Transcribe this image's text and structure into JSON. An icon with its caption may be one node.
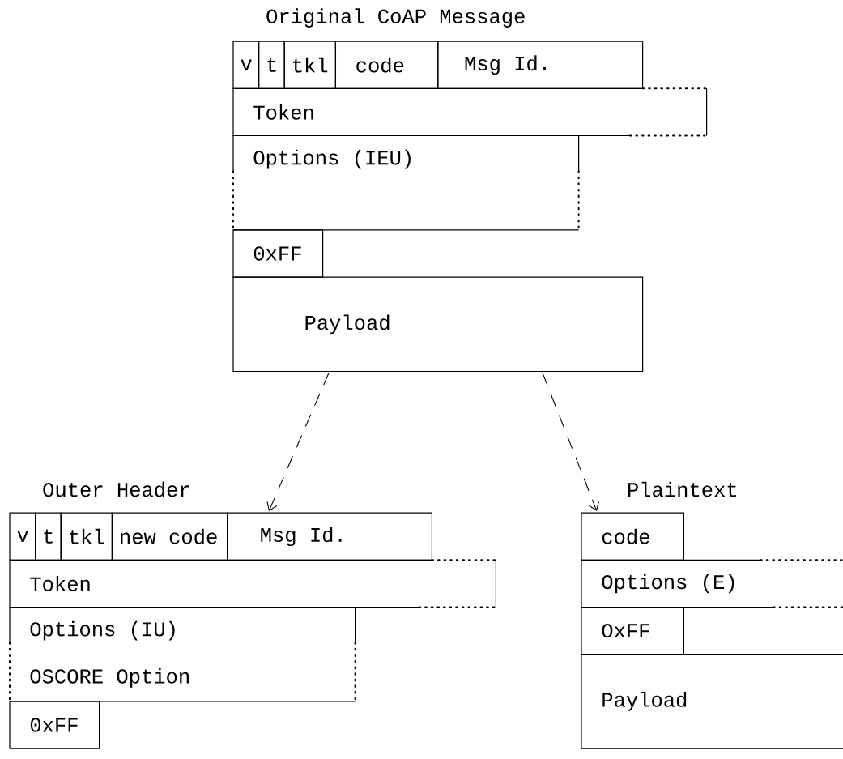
{
  "diagram": {
    "nodes": [
      {
        "text": [
          "Original CoAP Message"
        ]
      },
      {
        "text": [
          "v"
        ]
      },
      {
        "text": [
          "t"
        ]
      },
      {
        "text": [
          "tkl"
        ]
      },
      {
        "text": [
          "code"
        ]
      },
      {
        "text": [
          "Msg Id."
        ]
      },
      {
        "text": [
          "Token"
        ]
      },
      {
        "text": [
          "Options (IEU)"
        ]
      },
      {
        "text": [
          "0xFF"
        ]
      },
      {
        "text": [
          "Payload"
        ]
      },
      {
        "text": [
          "Outer Header"
        ]
      },
      {
        "text": [
          "v"
        ]
      },
      {
        "text": [
          "t"
        ]
      },
      {
        "text": [
          "tkl"
        ]
      },
      {
        "text": [
          "new code"
        ]
      },
      {
        "text": [
          "Msg Id."
        ]
      },
      {
        "text": [
          "Token"
        ]
      },
      {
        "text": [
          "Options (IU)",
          "OSCORE Option"
        ]
      },
      {
        "text": [
          "0xFF"
        ]
      },
      {
        "text": [
          "Plaintext"
        ]
      },
      {
        "text": [
          "code"
        ]
      },
      {
        "text": [
          "Options (E)"
        ]
      },
      {
        "text": [
          "OxFF"
        ]
      },
      {
        "text": [
          "Payload"
        ]
      }
    ],
    "edges": [
      {
        "from": 9,
        "to": 15,
        "arrow": "to",
        "style": "dashed"
      },
      {
        "from": 9,
        "to": 20,
        "arrow": "to",
        "style": "dashed"
      }
    ]
  }
}
